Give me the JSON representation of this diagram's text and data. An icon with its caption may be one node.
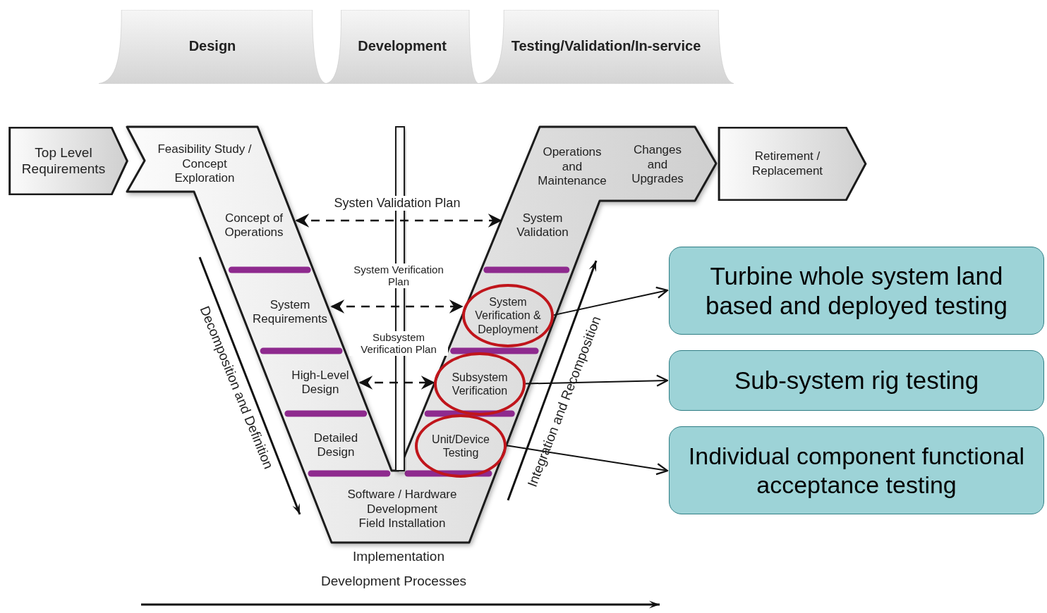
{
  "diagram": {
    "nodes": [
      {
        "text": [
          "Design"
        ]
      },
      {
        "text": [
          "Development"
        ]
      },
      {
        "text": [
          "Testing/Validation/In-service"
        ]
      },
      {
        "text": [
          "Top Level Requirements"
        ]
      },
      {
        "text": [
          "Feasibility Study / Concept Exploration"
        ]
      },
      {
        "text": [
          "Concept of Operations"
        ]
      },
      {
        "text": [
          "System Requirements"
        ]
      },
      {
        "text": [
          "High-Level Design"
        ]
      },
      {
        "text": [
          "Detailed Design"
        ]
      },
      {
        "text": [
          "Software / Hardware Development",
          "Field Installation"
        ]
      },
      {
        "text": [
          "Operations and Maintenance"
        ]
      },
      {
        "text": [
          "Changes and Upgrades"
        ]
      },
      {
        "text": [
          "Retirement / Replacement"
        ]
      },
      {
        "text": [
          "System Validation"
        ]
      },
      {
        "text": [
          "System Verification & Deployment"
        ]
      },
      {
        "text": [
          "Subsystem Verification"
        ]
      },
      {
        "text": [
          "Unit/Device Testing"
        ]
      },
      {
        "text": [
          "Turbine whole system land based and deployed testing"
        ]
      },
      {
        "text": [
          "Sub-system rig testing"
        ]
      },
      {
        "text": [
          "Individual component functional acceptance testing"
        ]
      }
    ],
    "edges": [
      {
        "from": 5,
        "to": 13,
        "arrow": "both",
        "style": "dashed",
        "label": "Systen Validation Plan"
      },
      {
        "from": 6,
        "to": 14,
        "arrow": "both",
        "style": "dashed",
        "label": "System Verification Plan"
      },
      {
        "from": 7,
        "to": 15,
        "arrow": "both",
        "style": "dashed",
        "label": "Subsystem Verification Plan"
      },
      {
        "from": 14,
        "to": 17,
        "arrow": "to"
      },
      {
        "from": 15,
        "to": 18,
        "arrow": "to"
      },
      {
        "from": 16,
        "to": 19,
        "arrow": "to"
      }
    ],
    "labels": [
      "Decomposition and Definition",
      "Integration and Recomposition",
      "Implementation",
      "Development Processes"
    ]
  }
}
